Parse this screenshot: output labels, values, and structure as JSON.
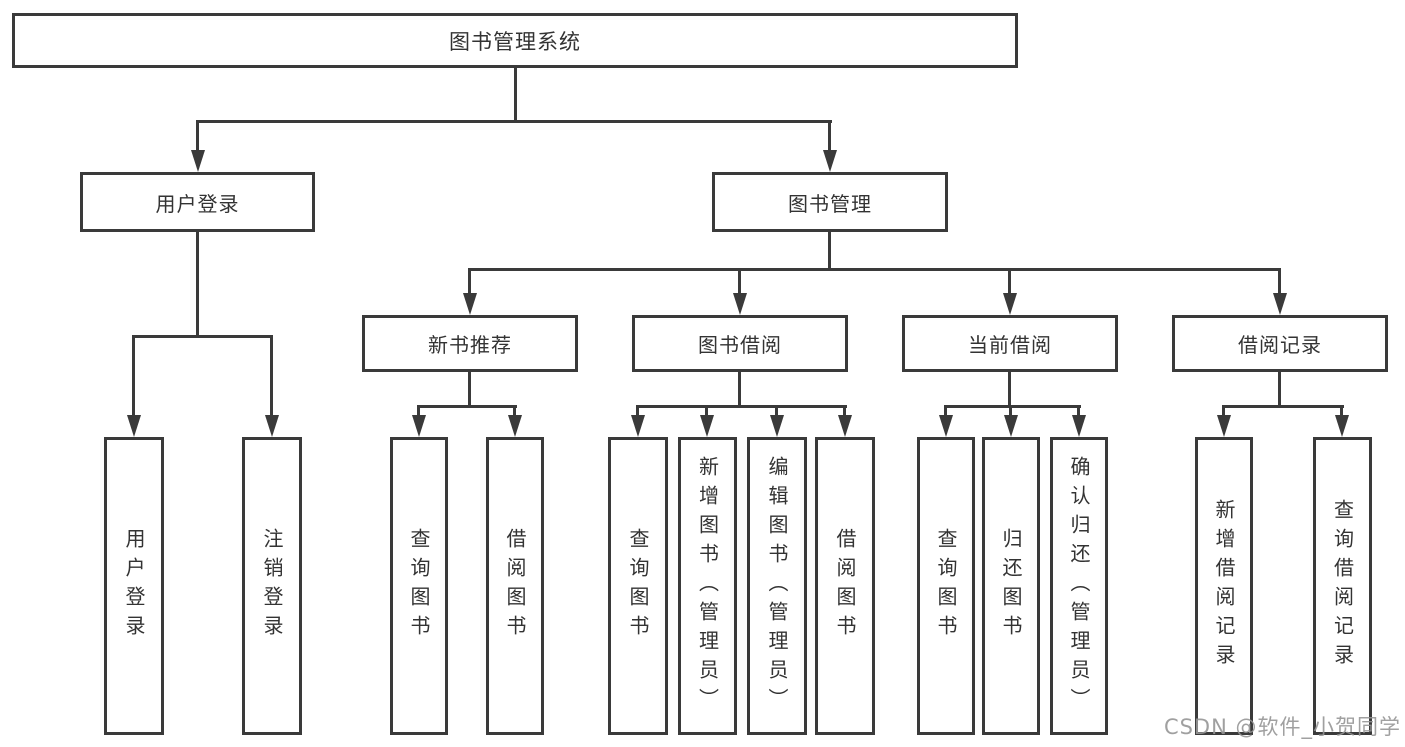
{
  "diagram": {
    "root": {
      "label": "图书管理系统"
    },
    "branches": [
      {
        "label": "用户登录",
        "children": [
          {
            "label": "用户登录"
          },
          {
            "label": "注销登录"
          }
        ]
      },
      {
        "label": "图书管理",
        "children": [
          {
            "label": "新书推荐",
            "children": [
              {
                "label": "查询图书"
              },
              {
                "label": "借阅图书"
              }
            ]
          },
          {
            "label": "图书借阅",
            "children": [
              {
                "label": "查询图书"
              },
              {
                "label": "新增图书（管理员）"
              },
              {
                "label": "编辑图书（管理员）"
              },
              {
                "label": "借阅图书"
              }
            ]
          },
          {
            "label": "当前借阅",
            "children": [
              {
                "label": "查询图书"
              },
              {
                "label": "归还图书"
              },
              {
                "label": "确认归还（管理员）"
              }
            ]
          },
          {
            "label": "借阅记录",
            "children": [
              {
                "label": "新增借阅记录"
              },
              {
                "label": "查询借阅记录"
              }
            ]
          }
        ]
      }
    ]
  },
  "watermark": {
    "text": "CSDN @软件_小贺同学"
  },
  "colors": {
    "line": "#3a3a3a",
    "text": "#333333",
    "background": "#ffffff",
    "watermark": "#969696"
  }
}
